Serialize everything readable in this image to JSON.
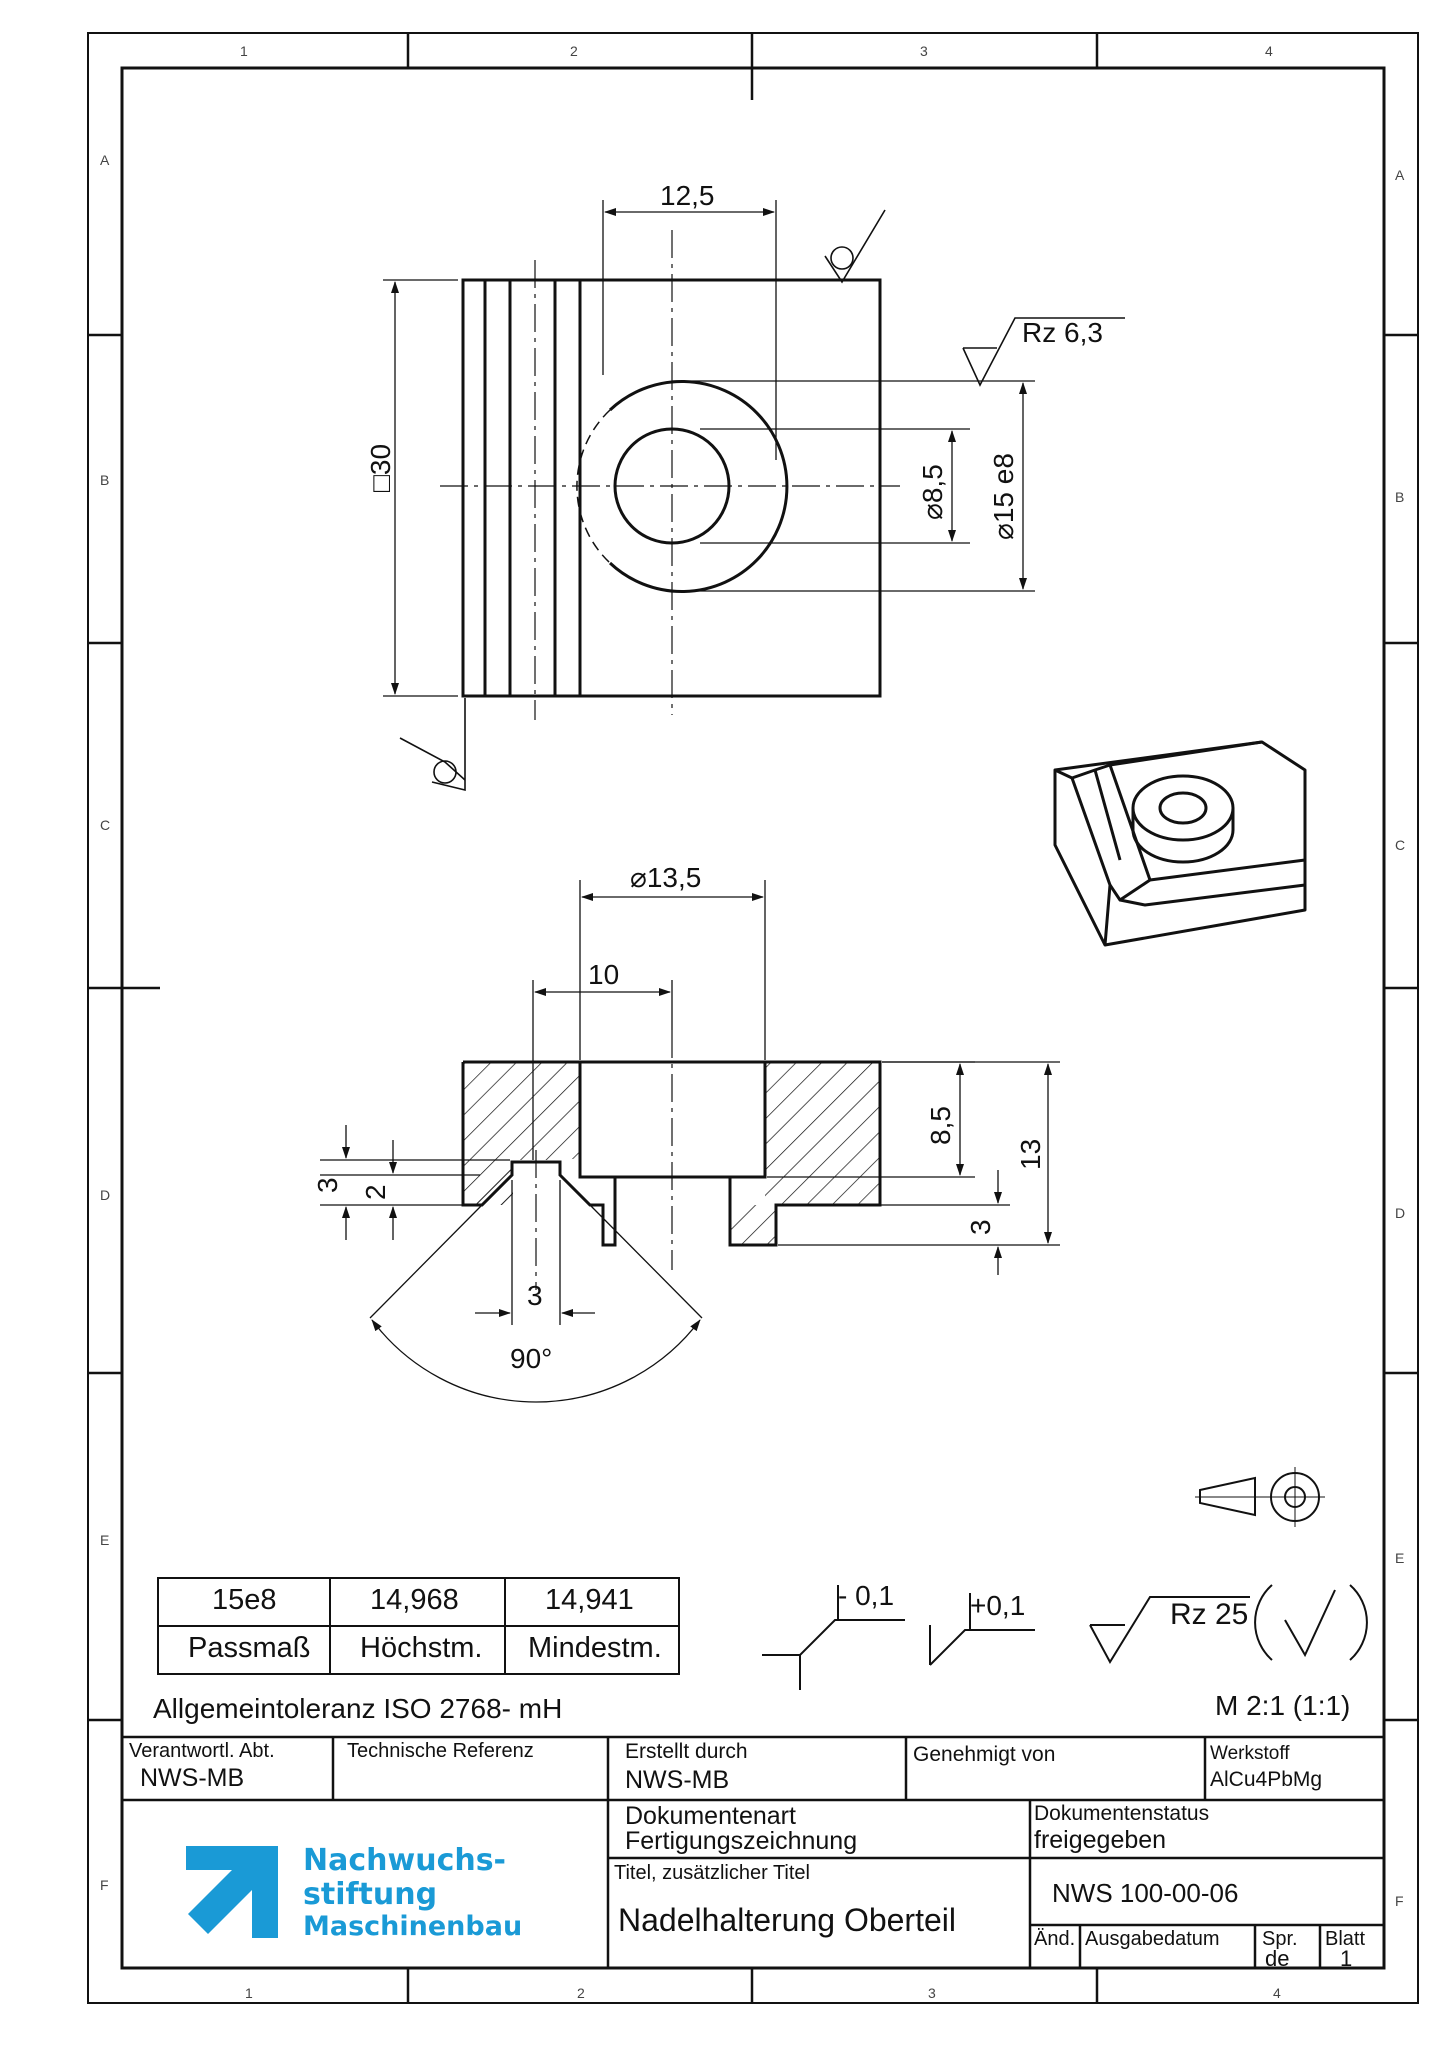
{
  "grid": {
    "cols": [
      "1",
      "2",
      "3",
      "4"
    ],
    "rows": [
      "A",
      "B",
      "C",
      "D",
      "E",
      "F"
    ]
  },
  "dimensions": {
    "top_width": "12,5",
    "square": "□30",
    "bore_small": "⌀8,5",
    "bore_large": "⌀15 e8",
    "roughness_rz63": "Rz  6,3",
    "counterbore": "⌀13,5",
    "pin_offset": "10",
    "depth_85": "8,5",
    "height_13": "13",
    "step_3_right": "3",
    "step_3_left": "3",
    "step_2_left": "2",
    "slot_3": "3",
    "angle": "90°"
  },
  "fit_table": {
    "values": [
      "15e8",
      "14,968",
      "14,941"
    ],
    "headers": [
      "Passmaß",
      "Höchstm.",
      "Mindestm."
    ]
  },
  "tolerance_symbols": {
    "minus": "- 0,1",
    "plus": "+0,1",
    "surface": "Rz 25"
  },
  "general_tolerance": "Allgemeintoleranz ISO 2768- mH",
  "scale": "M 2:1 (1:1)",
  "title_block": {
    "dept_label": "Verantwortl. Abt.",
    "dept_value": "NWS-MB",
    "tech_ref_label": "Technische Referenz",
    "created_label": "Erstellt durch",
    "created_value": "NWS-MB",
    "approved_label": "Genehmigt von",
    "material_label": "Werkstoff",
    "material_value": "AlCu4PbMg",
    "doctype_label": "Dokumentenart",
    "doctype_value": "Fertigungszeichnung",
    "status_label": "Dokumentenstatus",
    "status_value": "freigegeben",
    "title_label": "Titel, zusätzlicher Titel",
    "title_value": "Nadelhalterung Oberteil",
    "doc_number": "NWS 100-00-06",
    "rev_label": "Änd.",
    "date_label": "Ausgabedatum",
    "lang_label": "Spr.",
    "lang_value": "de",
    "sheet_label": "Blatt",
    "sheet_value": "1"
  },
  "logo": {
    "line1": "Nachwuchs-",
    "line2": "stiftung",
    "line3": "Maschinenbau",
    "color": "#1a9ad6"
  }
}
